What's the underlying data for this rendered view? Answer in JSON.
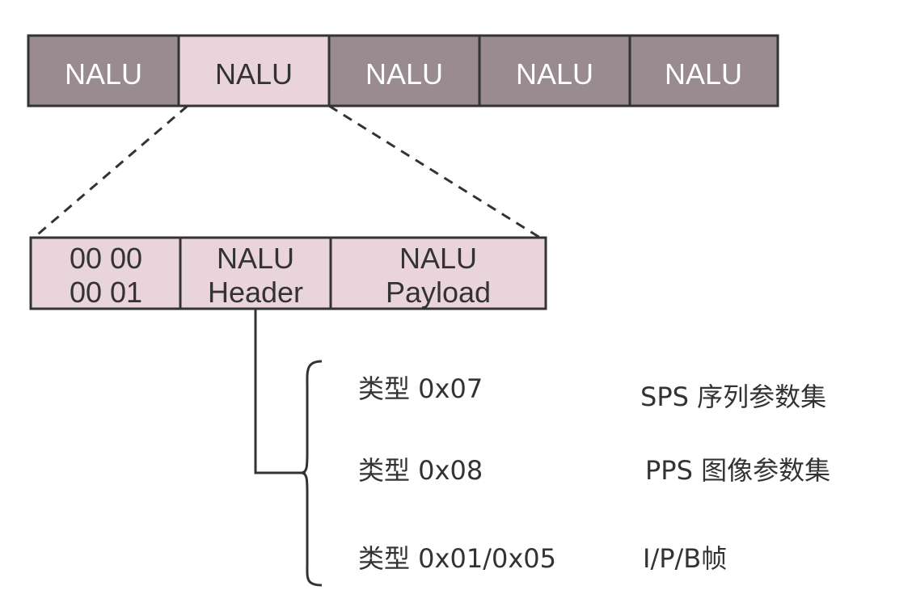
{
  "colors": {
    "stream_fill": "#9a8b90",
    "highlight_fill": "#e8d4da",
    "stroke": "#333333"
  },
  "stream": {
    "cells": [
      {
        "label": "NALU",
        "highlighted": false
      },
      {
        "label": "NALU",
        "highlighted": true
      },
      {
        "label": "NALU",
        "highlighted": false
      },
      {
        "label": "NALU",
        "highlighted": false
      },
      {
        "label": "NALU",
        "highlighted": false
      }
    ]
  },
  "detail": {
    "cells": [
      {
        "line1": "00 00",
        "line2": "00 01"
      },
      {
        "line1": "NALU",
        "line2": "Header"
      },
      {
        "line1": "NALU",
        "line2": "Payload"
      }
    ]
  },
  "types": [
    {
      "code": "类型 0x07",
      "meaning": "SPS 序列参数集"
    },
    {
      "code": "类型 0x08",
      "meaning": "PPS 图像参数集"
    },
    {
      "code": "类型 0x01/0x05",
      "meaning": "I/P/B帧"
    }
  ]
}
